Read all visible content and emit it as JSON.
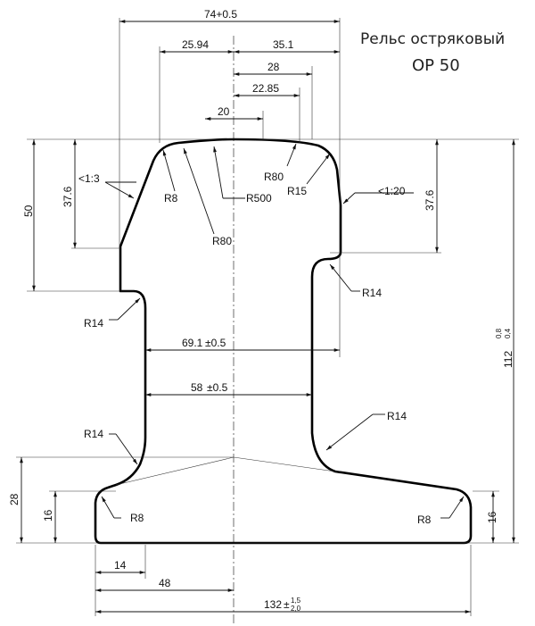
{
  "title": {
    "line1": "Рельс остряковый",
    "line2": "ОР 50"
  },
  "dimensions": {
    "total_top": "74+0.5",
    "d25_94": "25.94",
    "d35_1": "35.1",
    "d28_top": "28",
    "d22_85": "22.85",
    "d20": "20",
    "d50": "50",
    "d37_6_left": "37.6",
    "d37_6_right": "37.6",
    "slope_left": "<1:3",
    "slope_right": "<1:20",
    "d69_1": "69.1",
    "d69_1_tol": "±0.5",
    "d58": "58",
    "d58_tol": "±0.5",
    "d28_left": "28",
    "d16_left": "16",
    "d16_right": "16",
    "d14_bottom": "14",
    "d48": "48",
    "d132": "132",
    "d132_pm": "±",
    "d132_tol_upper": "1,5",
    "d132_tol_lower": "2,0",
    "d112": "112",
    "d112_tol_upper": "0,8",
    "d112_tol_lower": "0,4"
  },
  "radii": {
    "r8_head": "R8",
    "r500": "R500",
    "r80_left": "R80",
    "r80_right": "R80",
    "r15": "R15",
    "r14_head_right": "R14",
    "r14_neck_left": "R14",
    "r14_foot_left": "R14",
    "r14_foot_right": "R14",
    "r8_foot_left": "R8",
    "r8_foot_right": "R8"
  }
}
